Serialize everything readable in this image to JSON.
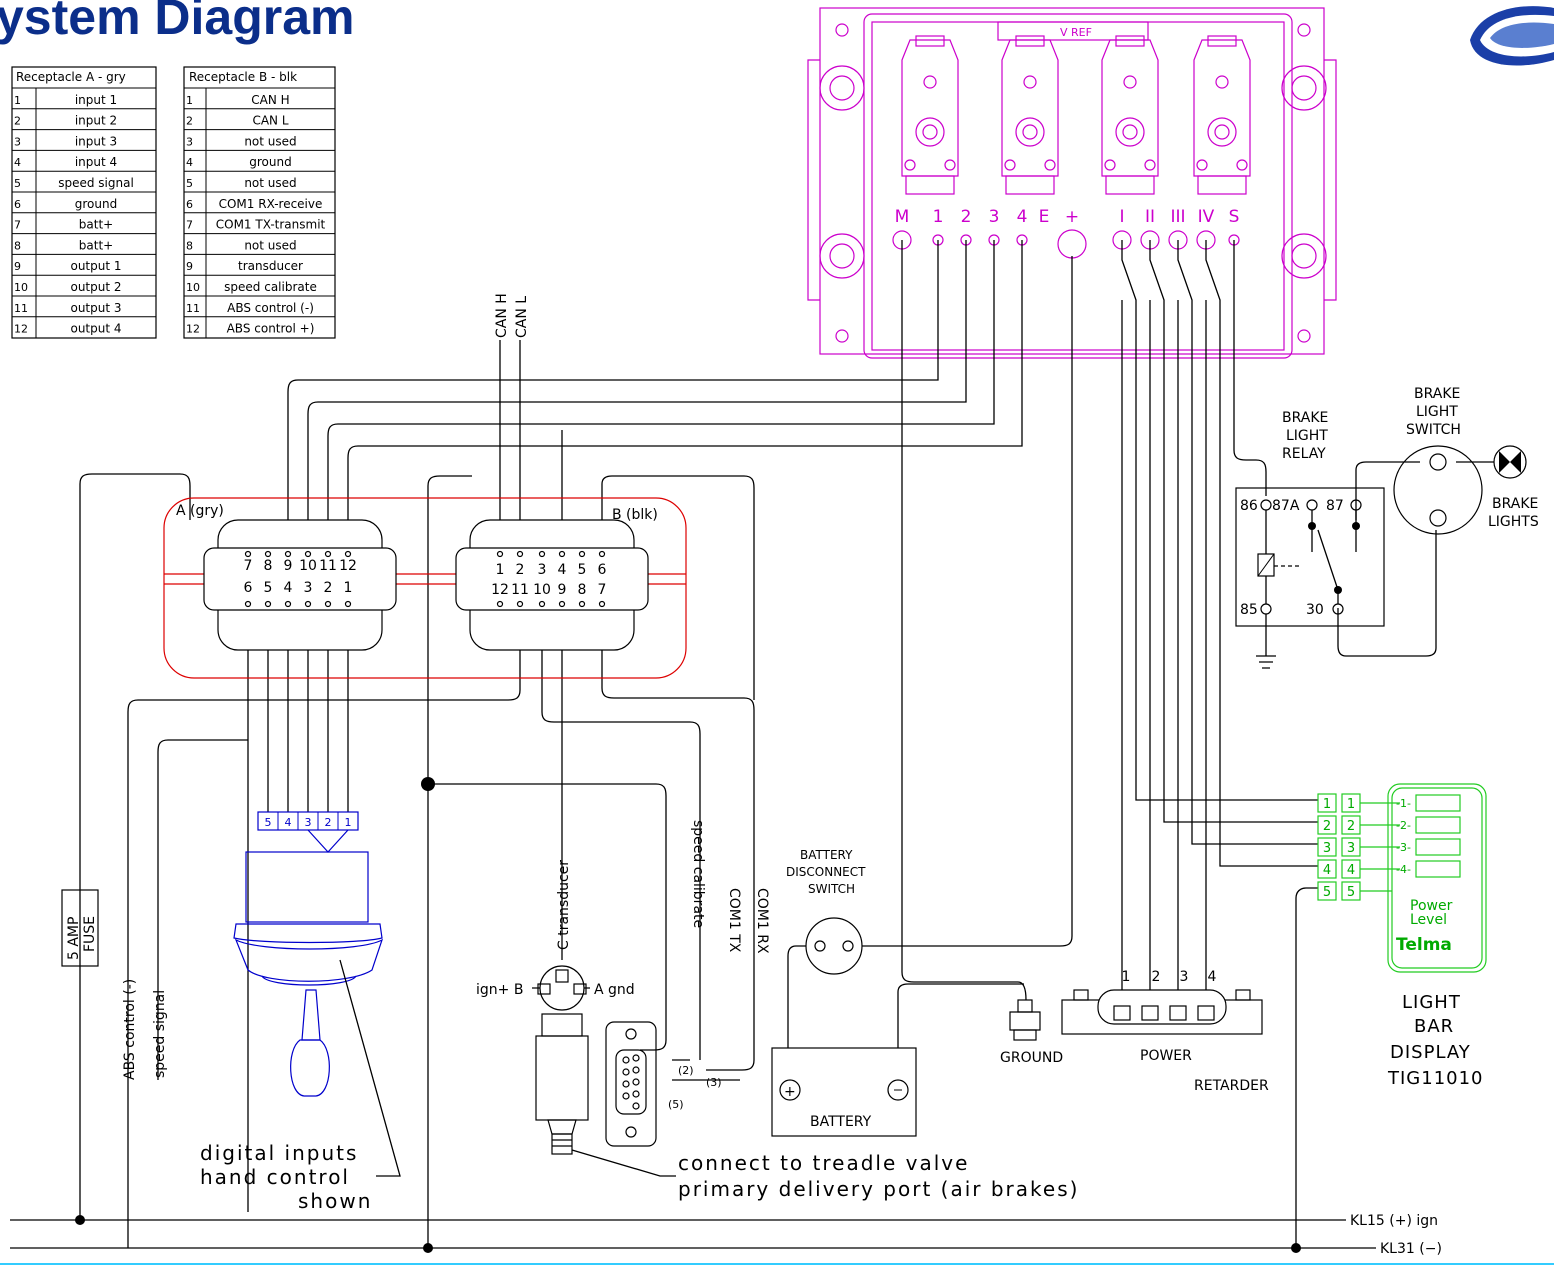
{
  "title": "ystem Diagram",
  "receptacle_a": {
    "header": "Receptacle A - gry",
    "rows": [
      {
        "n": "1",
        "label": "input 1"
      },
      {
        "n": "2",
        "label": "input 2"
      },
      {
        "n": "3",
        "label": "input 3"
      },
      {
        "n": "4",
        "label": "input 4"
      },
      {
        "n": "5",
        "label": "speed signal"
      },
      {
        "n": "6",
        "label": "ground"
      },
      {
        "n": "7",
        "label": "batt+"
      },
      {
        "n": "8",
        "label": "batt+"
      },
      {
        "n": "9",
        "label": "output 1"
      },
      {
        "n": "10",
        "label": "output 2"
      },
      {
        "n": "11",
        "label": "output 3"
      },
      {
        "n": "12",
        "label": "output 4"
      }
    ]
  },
  "receptacle_b": {
    "header": "Receptacle B - blk",
    "rows": [
      {
        "n": "1",
        "label": "CAN H"
      },
      {
        "n": "2",
        "label": "CAN L"
      },
      {
        "n": "3",
        "label": "not used"
      },
      {
        "n": "4",
        "label": "ground"
      },
      {
        "n": "5",
        "label": "not used"
      },
      {
        "n": "6",
        "label": "COM1 RX-receive"
      },
      {
        "n": "7",
        "label": "COM1 TX-transmit"
      },
      {
        "n": "8",
        "label": "not used"
      },
      {
        "n": "9",
        "label": "transducer"
      },
      {
        "n": "10",
        "label": "speed calibrate"
      },
      {
        "n": "11",
        "label": "ABS control (-)"
      },
      {
        "n": "12",
        "label": "ABS control +)"
      }
    ]
  },
  "controller": {
    "terminals": [
      "M",
      "1",
      "2",
      "3",
      "4",
      "E",
      "+",
      "I",
      "II",
      "III",
      "IV",
      "S"
    ],
    "plate_text": "V REF"
  },
  "connector_a": {
    "label": "A (gry)",
    "top_pins": [
      "7",
      "8",
      "9",
      "10",
      "11",
      "12"
    ],
    "bottom_pins": [
      "6",
      "5",
      "4",
      "3",
      "2",
      "1"
    ]
  },
  "connector_b": {
    "label": "B (blk)",
    "top_pins": [
      "1",
      "2",
      "3",
      "4",
      "5",
      "6"
    ],
    "bottom_pins": [
      "12",
      "11",
      "10",
      "9",
      "8",
      "7"
    ]
  },
  "can_labels": [
    "CAN H",
    "CAN L"
  ],
  "relay": {
    "title_lines": [
      "BRAKE",
      "LIGHT",
      "RELAY"
    ],
    "pins": [
      "86",
      "87A",
      "87",
      "85",
      "30"
    ]
  },
  "brake_switch": {
    "title_lines": [
      "BRAKE",
      "LIGHT",
      "SWITCH"
    ]
  },
  "brake_lights": {
    "title_lines": [
      "BRAKE",
      "LIGHTS"
    ]
  },
  "hand_control": {
    "pins": [
      "5",
      "4",
      "3",
      "2",
      "1"
    ],
    "caption_lines": [
      "digital inputs",
      "hand control",
      "shown"
    ]
  },
  "fuse": {
    "label_lines": [
      "5 AMP",
      "FUSE"
    ]
  },
  "side_labels": {
    "abs": "ABS control (-)",
    "speed_signal": "speed signal",
    "transducer": "C transducer",
    "speed_calibrate": "speed calibrate",
    "com_tx": "COM1 TX",
    "com_rx": "COM1 RX"
  },
  "transducer_pins": {
    "b": "ign+ B",
    "a": "A gnd"
  },
  "db9": {
    "pins": [
      "(2)",
      "(3)",
      "(5)"
    ]
  },
  "treadle_note": [
    "connect to treadle valve",
    "primary delivery port (air brakes)"
  ],
  "battery_switch": {
    "title_lines": [
      "BATTERY",
      "DISCONNECT",
      "SWITCH"
    ]
  },
  "battery": {
    "label": "BATTERY"
  },
  "ground": {
    "label": "GROUND"
  },
  "retarder": {
    "terminals": [
      "1",
      "2",
      "3",
      "4"
    ],
    "power_label": "POWER",
    "label": "RETARDER"
  },
  "light_bar": {
    "rows": [
      "1",
      "2",
      "3",
      "4",
      "5"
    ],
    "lamp_labels": [
      "-1-",
      "-2-",
      "-3-",
      "-4-"
    ],
    "power_level": [
      "Power",
      "Level"
    ],
    "brand": "Telma",
    "caption_lines": [
      "LIGHT",
      "BAR",
      "DISPLAY",
      "TIG11010"
    ]
  },
  "bus": {
    "kl15": "KL15 (+) ign",
    "kl31": "KL31 (−)"
  },
  "colors": {
    "title": "#0b2e8a",
    "controller": "#cc00cc",
    "connector_outline": "#dd0000",
    "hand_control": "#0000cc",
    "light_bar": "#22cc22"
  }
}
